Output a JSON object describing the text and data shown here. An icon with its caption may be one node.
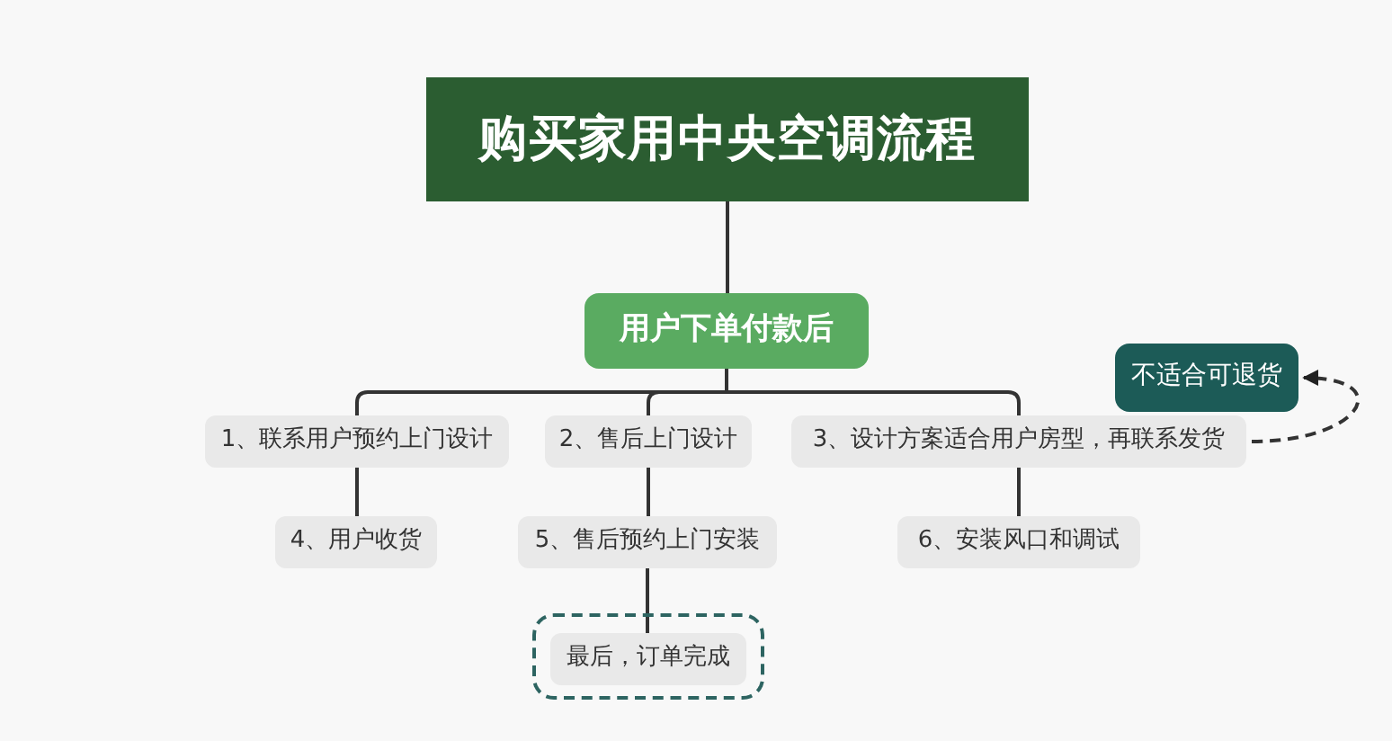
{
  "diagram": {
    "nodes": [
      {
        "text": [
          "购买家用中央空调流程"
        ]
      },
      {
        "text": [
          "用户下单付款后"
        ]
      },
      {
        "text": [
          "1、联系用户预约上门设计"
        ]
      },
      {
        "text": [
          "2、售后上门设计"
        ]
      },
      {
        "text": [
          "3、设计方案适合用户房型，再联系发货"
        ]
      },
      {
        "text": [
          "不适合可退货"
        ]
      },
      {
        "text": [
          "4、用户收货"
        ]
      },
      {
        "text": [
          "5、售后预约上门安装"
        ]
      },
      {
        "text": [
          "6、安装风口和调试"
        ]
      },
      {
        "text": [],
        "shape": "box"
      },
      {
        "text": [
          "最后，订单完成"
        ],
        "in": 9
      }
    ],
    "edges": [
      {
        "from": 0,
        "to": 1,
        "arrow": "none"
      },
      {
        "from": 1,
        "to": 2,
        "arrow": "none"
      },
      {
        "from": 1,
        "to": 3,
        "arrow": "none"
      },
      {
        "from": 1,
        "to": 4,
        "arrow": "none"
      },
      {
        "from": 4,
        "to": 5,
        "arrow": "to",
        "style": "dashed"
      },
      {
        "from": 2,
        "to": 6,
        "arrow": "none"
      },
      {
        "from": 3,
        "to": 7,
        "arrow": "none"
      },
      {
        "from": 4,
        "to": 8,
        "arrow": "none"
      },
      {
        "from": 7,
        "to": 10,
        "arrow": "none"
      }
    ]
  }
}
